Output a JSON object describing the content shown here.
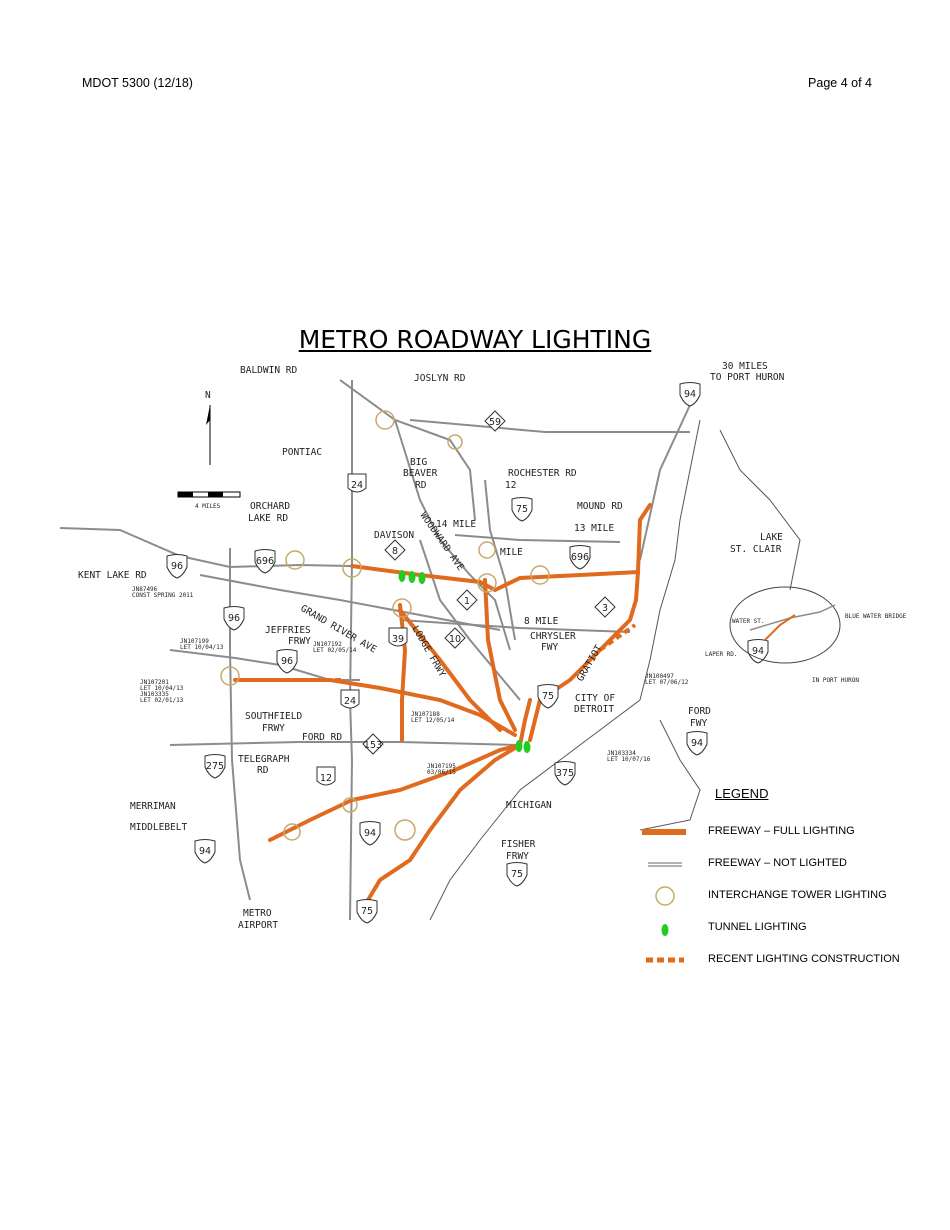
{
  "header": {
    "form_id": "MDOT 5300 (12/18)",
    "page": "Page 4 of 4"
  },
  "title": "METRO ROADWAY LIGHTING",
  "colors": {
    "full_lighting": "#e06a1e",
    "not_lighted": "#9a9a9a",
    "tower": "#c8a96a",
    "tunnel": "#22cc22"
  },
  "labels": {
    "baldwin": "BALDWIN RD",
    "joslyn": "JOSLYN RD",
    "port_huron_1": "30 MILES",
    "port_huron_2": "TO PORT HURON",
    "north": "N",
    "pontiac": "PONTIAC",
    "big_beaver_1": "BIG",
    "big_beaver_2": "BEAVER",
    "big_beaver_3": "RD",
    "rochester": "ROCHESTER RD",
    "mound": "MOUND RD",
    "mile13": "13 MILE",
    "lake_1": "LAKE",
    "lake_2": "ST. CLAIR",
    "scale": "4 MILES",
    "orchard_1": "ORCHARD",
    "orchard_2": "LAKE RD",
    "davison": "DAVISON",
    "mile14": "14 MILE",
    "mile12_1": "12",
    "mile12_2": "MILE",
    "woodward": "WOODWARD AVE",
    "kent_lake": "KENT LAKE RD",
    "jn_kent_1": "JN87496",
    "jn_kent_2": "CONST SPRING 2011",
    "grand_river": "GRAND RIVER AVE",
    "mile8": "8 MILE",
    "jeffries_1": "JEFFRIES",
    "jeffries_2": "FRWY",
    "lodge": "LODGE FRWY",
    "chrysler_1": "CHRYSLER",
    "chrysler_2": "FWY",
    "gratiot": "GRATIOT",
    "jn_jeff_1": "JN107199",
    "jn_jeff_2": "LET 10/04/13",
    "jn_jf2_1": "JN107192",
    "jn_jf2_2": "LET 02/05/14",
    "jn_left_1": "JN107201",
    "jn_left_2": "LET 10/04/13",
    "jn_left_3": "JN103335",
    "jn_left_4": "LET 02/01/13",
    "southfield_1": "SOUTHFIELD",
    "southfield_2": "FRWY",
    "ford_rd": "FORD RD",
    "jn_lodge_1": "JN107188",
    "jn_lodge_2": "LET 12/05/14",
    "city_1": "CITY OF",
    "city_2": "DETROIT",
    "jn_grat_1": "JN100497",
    "jn_grat_2": "LET 07/06/12",
    "ford_fwy_1": "FORD",
    "ford_fwy_2": "FWY",
    "telegraph_1": "TELEGRAPH",
    "telegraph_2": "RD",
    "jn_mich_1": "JN107195",
    "jn_mich_2": "03/06/15",
    "jn_riv_1": "JN103334",
    "jn_riv_2": "LET 10/07/16",
    "merriman": "MERRIMAN",
    "middlebelt": "MIDDLEBELT",
    "michigan": "MICHIGAN",
    "fisher_1": "FISHER",
    "fisher_2": "FRWY",
    "metro_1": "METRO",
    "metro_2": "AIRPORT",
    "blue_water": "BLUE WATER BRIDGE",
    "water_st": "WATER ST.",
    "laper": "LAPER RD.",
    "to_port_huron": "IN PORT HURON"
  },
  "shields": [
    {
      "num": "94"
    },
    {
      "num": "59"
    },
    {
      "num": "24"
    },
    {
      "num": "75"
    },
    {
      "num": "696"
    },
    {
      "num": "696"
    },
    {
      "num": "96"
    },
    {
      "num": "8"
    },
    {
      "num": "96"
    },
    {
      "num": "1"
    },
    {
      "num": "3"
    },
    {
      "num": "39"
    },
    {
      "num": "10"
    },
    {
      "num": "75"
    },
    {
      "num": "96"
    },
    {
      "num": "24"
    },
    {
      "num": "153"
    },
    {
      "num": "275"
    },
    {
      "num": "12"
    },
    {
      "num": "94"
    },
    {
      "num": "375"
    },
    {
      "num": "94"
    },
    {
      "num": "94"
    },
    {
      "num": "75"
    },
    {
      "num": "75"
    },
    {
      "num": "94"
    }
  ],
  "legend": {
    "title": "LEGEND",
    "items": [
      {
        "label": "FREEWAY – FULL LIGHTING"
      },
      {
        "label": "FREEWAY – NOT LIGHTED"
      },
      {
        "label": "INTERCHANGE TOWER LIGHTING"
      },
      {
        "label": "TUNNEL LIGHTING"
      },
      {
        "label": "RECENT LIGHTING CONSTRUCTION"
      }
    ]
  }
}
